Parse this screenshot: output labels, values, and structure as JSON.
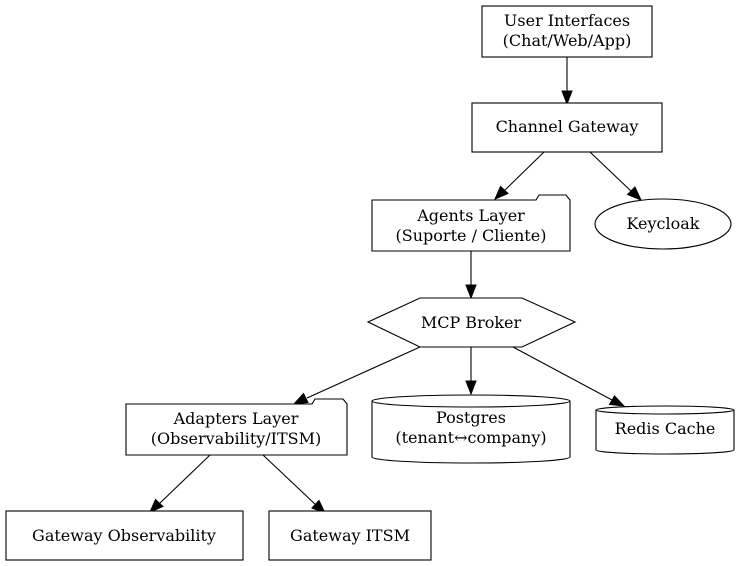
{
  "diagram": {
    "nodes": {
      "user_interfaces": {
        "line1": "User Interfaces",
        "line2": "(Chat/Web/App)"
      },
      "channel_gateway": {
        "line1": "Channel Gateway"
      },
      "agents_layer": {
        "line1": "Agents Layer",
        "line2": "(Suporte / Cliente)"
      },
      "keycloak": {
        "line1": "Keycloak"
      },
      "mcp_broker": {
        "line1": "MCP Broker"
      },
      "adapters_layer": {
        "line1": "Adapters Layer",
        "line2": "(Observability/ITSM)"
      },
      "postgres": {
        "line1": "Postgres",
        "line2": "(tenant↔company)"
      },
      "redis_cache": {
        "line1": "Redis Cache"
      },
      "gateway_observability": {
        "line1": "Gateway Observability"
      },
      "gateway_itsm": {
        "line1": "Gateway ITSM"
      }
    },
    "edges": [
      {
        "from": "User Interfaces",
        "to": "Channel Gateway"
      },
      {
        "from": "Channel Gateway",
        "to": "Agents Layer"
      },
      {
        "from": "Channel Gateway",
        "to": "Keycloak"
      },
      {
        "from": "Agents Layer",
        "to": "MCP Broker"
      },
      {
        "from": "MCP Broker",
        "to": "Adapters Layer"
      },
      {
        "from": "MCP Broker",
        "to": "Postgres"
      },
      {
        "from": "MCP Broker",
        "to": "Redis Cache"
      },
      {
        "from": "Adapters Layer",
        "to": "Gateway Observability"
      },
      {
        "from": "Adapters Layer",
        "to": "Gateway ITSM"
      }
    ]
  }
}
